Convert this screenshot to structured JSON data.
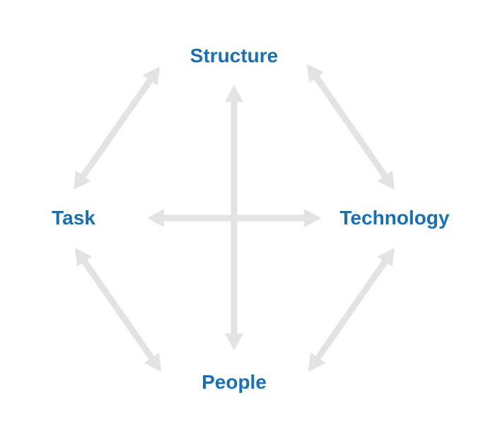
{
  "diagram": {
    "nodes": {
      "structure": "Structure",
      "task": "Task",
      "technology": "Technology",
      "people": "People"
    },
    "connections": [
      {
        "from": "Structure",
        "to": "Task",
        "arrows": "both"
      },
      {
        "from": "Structure",
        "to": "Technology",
        "arrows": "both"
      },
      {
        "from": "Task",
        "to": "People",
        "arrows": "both"
      },
      {
        "from": "Technology",
        "to": "People",
        "arrows": "both"
      },
      {
        "from": "Structure",
        "to": "People",
        "arrows": "both"
      },
      {
        "from": "Task",
        "to": "Technology",
        "arrows": "both"
      }
    ],
    "colors": {
      "label": "#1a6fb3",
      "arrow": "#e3e3e3",
      "background": "#ffffff"
    }
  }
}
